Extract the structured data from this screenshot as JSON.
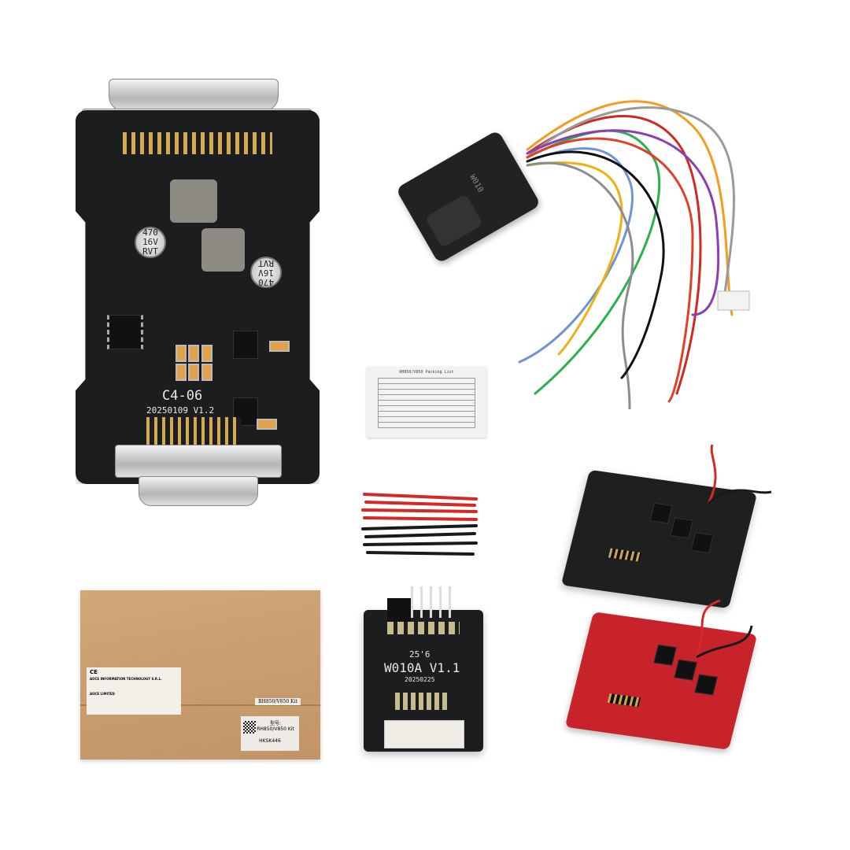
{
  "adapter_board": {
    "model": "C4-06",
    "date_version": "20250109 V1.2",
    "capacitor_label": "470\n16V\nRVT",
    "capacitor_label_2": "470\n16V\nRVT"
  },
  "cable": {
    "connector_label": "W010"
  },
  "manual_card": {
    "title": "RH850/V850 Packing List"
  },
  "small_board": {
    "model": "W010A V1.1",
    "date": "20250225",
    "marking": "25'6"
  },
  "kit_box": {
    "company_1": "AOCE INFORMATION TECHNOLOGY S.R.L.",
    "company_2": "AOCE LIMITED",
    "logo": "CE",
    "side_label": "RH850/V850 Kit",
    "product_label_title": "型号:",
    "product_label_name": "RH850/V850 Kit",
    "product_code": "HKSK446"
  },
  "colors": {
    "pcb_black": "#1c1d1f",
    "pcb_red": "#c8222a",
    "box_kraft": "#c89a6a",
    "gold": "#d4a94f"
  }
}
